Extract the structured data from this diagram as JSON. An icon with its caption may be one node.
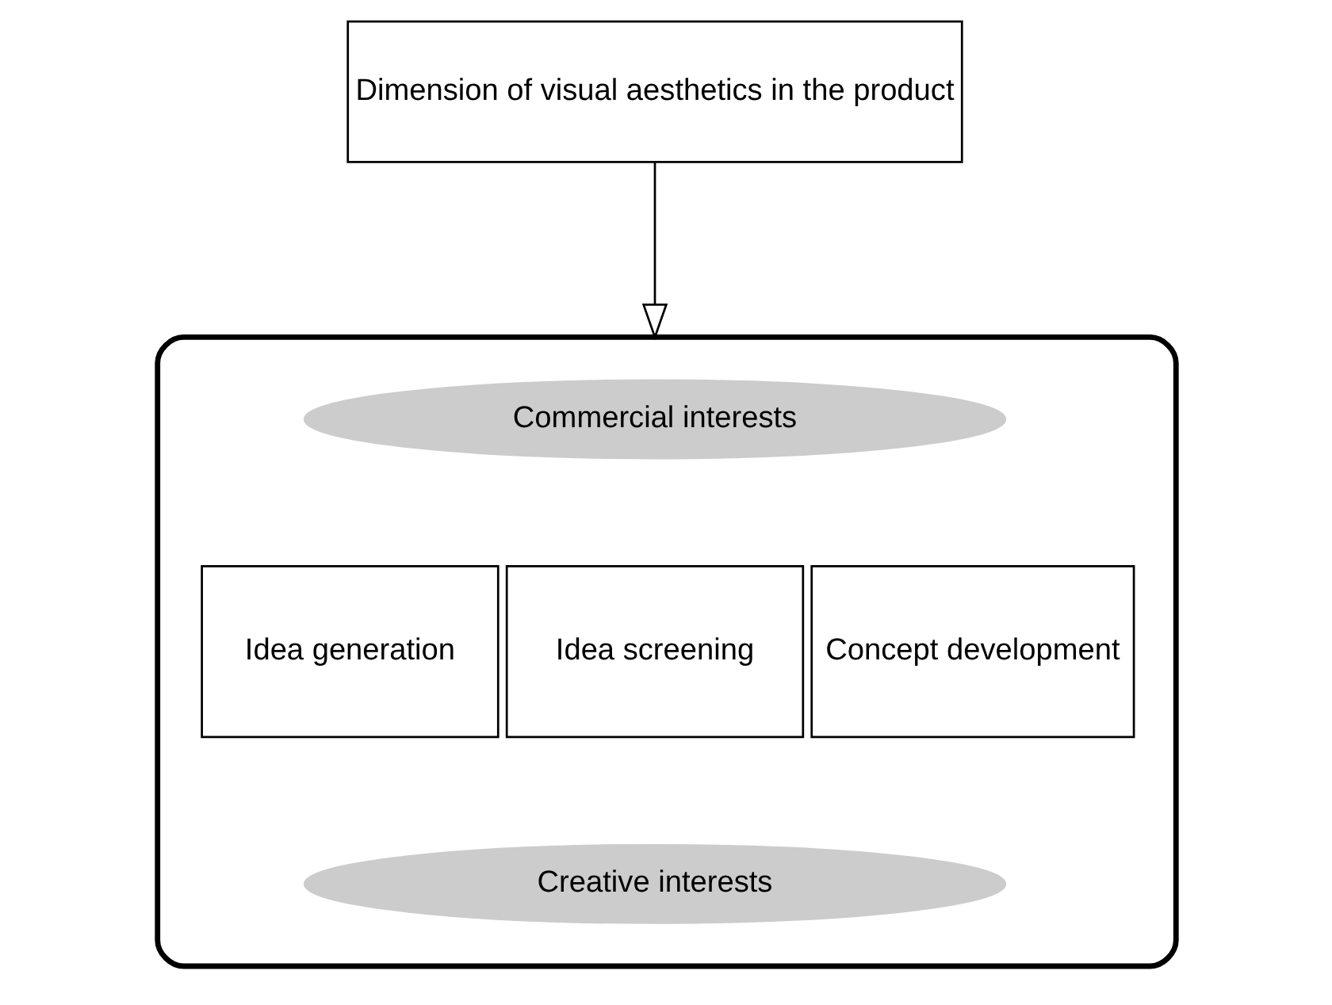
{
  "diagram": {
    "nodes": [
      {
        "text": [
          "Dimension of visual aesthetics in the product"
        ]
      },
      {
        "text": [],
        "shape": "arrow"
      },
      {
        "text": [
          "Commercial interests"
        ],
        "in": 1
      },
      {
        "text": [
          "Idea generation"
        ],
        "in": 1
      },
      {
        "text": [
          "Idea screening"
        ],
        "in": 1
      },
      {
        "text": [
          "Concept development"
        ],
        "in": 1
      },
      {
        "text": [
          "Creative interests"
        ],
        "in": 1
      }
    ],
    "edges": [
      {
        "from": 0,
        "to": 1,
        "arrow": "to"
      }
    ]
  }
}
